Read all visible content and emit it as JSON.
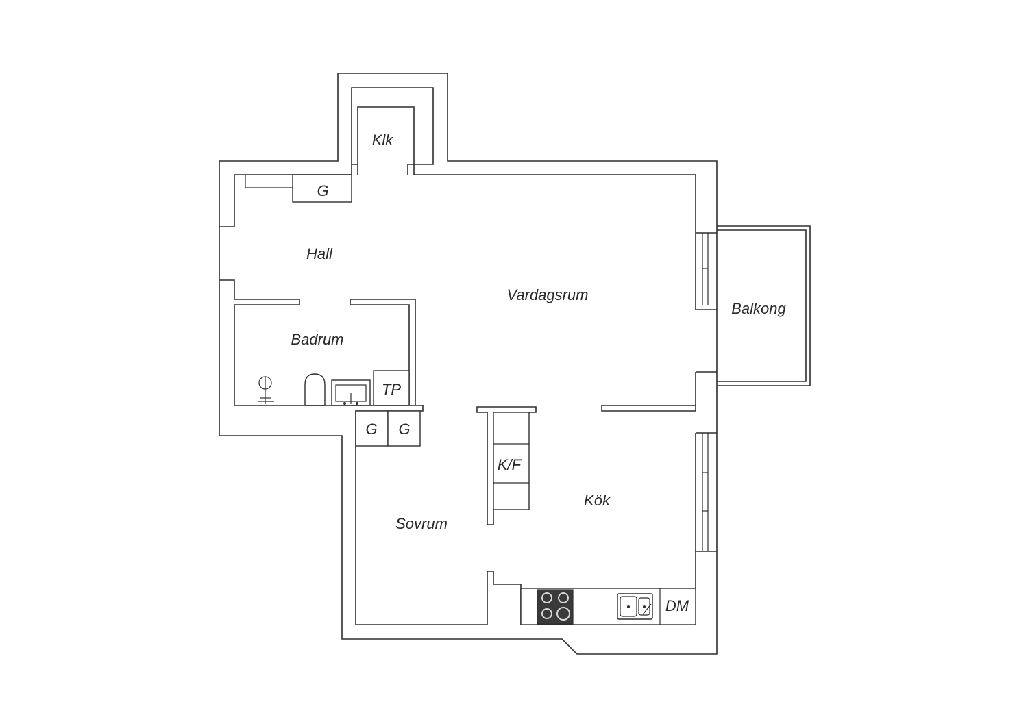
{
  "floorplan": {
    "rooms": {
      "klk": "Klk",
      "hall": "Hall",
      "vardagsrum": "Vardagsrum",
      "balkong": "Balkong",
      "badrum": "Badrum",
      "sovrum": "Sovrum",
      "kok": "Kök"
    },
    "fixtures": {
      "garderob_hall": "G",
      "tp": "TP",
      "garderob_1": "G",
      "garderob_2": "G",
      "kf": "K/F",
      "dm": "DM"
    },
    "colors": {
      "line": "#2f2f2f",
      "background": "#ffffff",
      "stove": "#3a3a3a"
    }
  }
}
